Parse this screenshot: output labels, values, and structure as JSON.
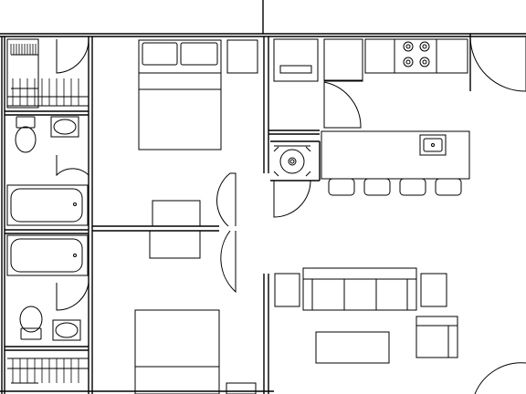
{
  "diagram": {
    "type": "floor-plan",
    "line_color": "#000000",
    "background": "#ffffff",
    "rooms": [
      {
        "name": "closet-top"
      },
      {
        "name": "bathroom-top"
      },
      {
        "name": "bathroom-bottom"
      },
      {
        "name": "closet-bottom"
      },
      {
        "name": "bedroom-top"
      },
      {
        "name": "bedroom-bottom"
      },
      {
        "name": "kitchen"
      },
      {
        "name": "living-room"
      },
      {
        "name": "laundry"
      }
    ],
    "fixtures": {
      "beds": 2,
      "bathtubs": 2,
      "toilets": 2,
      "sinks": 3,
      "stove_burners": 4,
      "bar_stools": 4,
      "sofa_seats": 3,
      "armchairs": 1,
      "closets": 2
    }
  }
}
